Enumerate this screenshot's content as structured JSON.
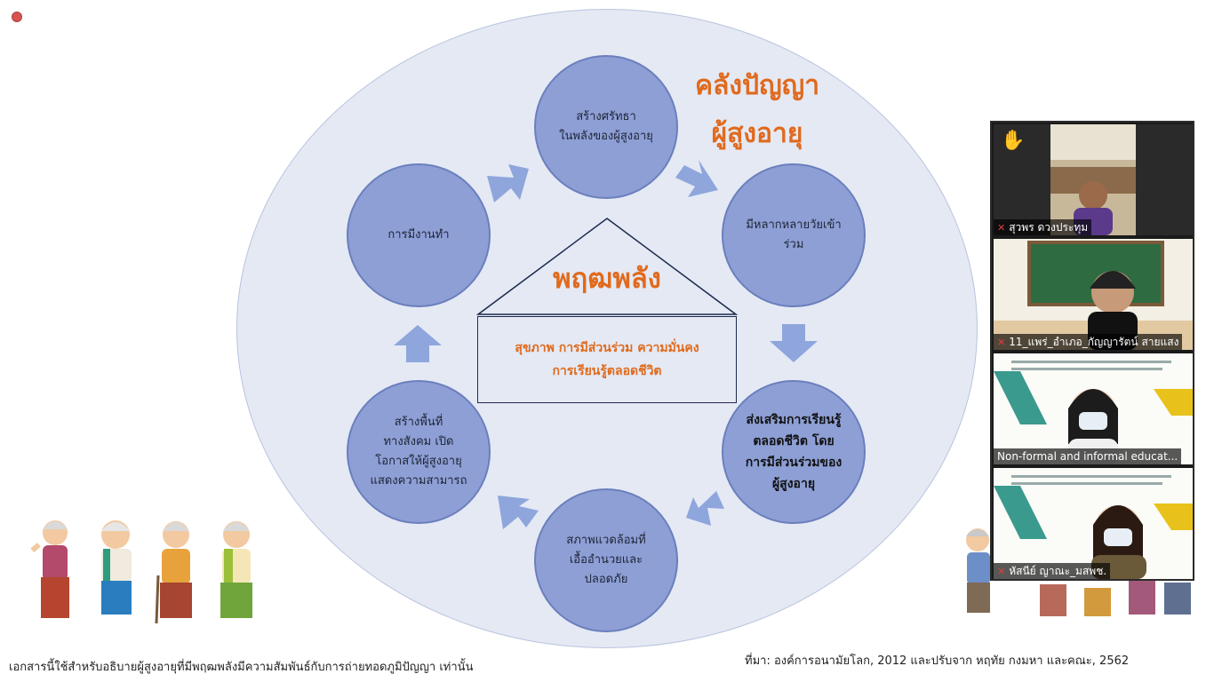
{
  "slide": {
    "title_lines": [
      "คลังปัญญา",
      "ผู้สูงอายุ"
    ],
    "center_title": "พฤฒพลัง",
    "box_lines": [
      "สุขภาพ การมีส่วนร่วม ความมั่นคง",
      "การเรียนรู้ตลอดชีวิต"
    ],
    "nodes": {
      "top": [
        "สร้างศรัทธา",
        "ในพลังของผู้สูงอายุ"
      ],
      "top_right": [
        "มีหลากหลายวัยเข้า",
        "ร่วม"
      ],
      "bottom_right": [
        "ส่งเสริมการเรียนรู้",
        "ตลอดชีวิต โดย",
        "การมีส่วนร่วมของ",
        "ผู้สูงอายุ"
      ],
      "bottom": [
        "สภาพแวดล้อมที่",
        "เอื้ออำนวยและ",
        "ปลอดภัย"
      ],
      "bottom_left": [
        "สร้างพื้นที่",
        "ทางสังคม เปิด",
        "โอกาสให้ผู้สูงอายุ",
        "แสดงความสามารถ"
      ],
      "top_left": [
        "การมีงานทำ"
      ]
    },
    "footer_left": "เอกสารนี้ใช้สำหรับอธิบายผู้สูงอายุที่มีพฤฒพลังมีความสัมพันธ์กับการถ่ายทอดภูมิปัญญา เท่านั้น",
    "footer_right": "ที่มา: องค์การอนามัยโลก, 2012 และปรับจาก หฤทัย กงมหา และคณะ, 2562"
  },
  "participants": [
    {
      "name": "สุวพร ดวงประทุม",
      "muted": true,
      "hand_raised": true
    },
    {
      "name": "11_แพร่_อำเภอ_กัญญารัตน์  สายแสง",
      "muted": true,
      "hand_raised": false
    },
    {
      "name": "Non-formal and informal educat...",
      "muted": false,
      "hand_raised": false
    },
    {
      "name": "หัสนีย์ ญาณะ_มสพช.",
      "muted": true,
      "hand_raised": false
    }
  ],
  "colors": {
    "node_fill": "#8d9fd5",
    "ellipse_fill": "#e4e9f4",
    "title_orange": "#e06a1d",
    "arrow": "#8fa6dc"
  },
  "icons": {
    "raised_hand": "✋",
    "muted_mic": "🎙"
  }
}
